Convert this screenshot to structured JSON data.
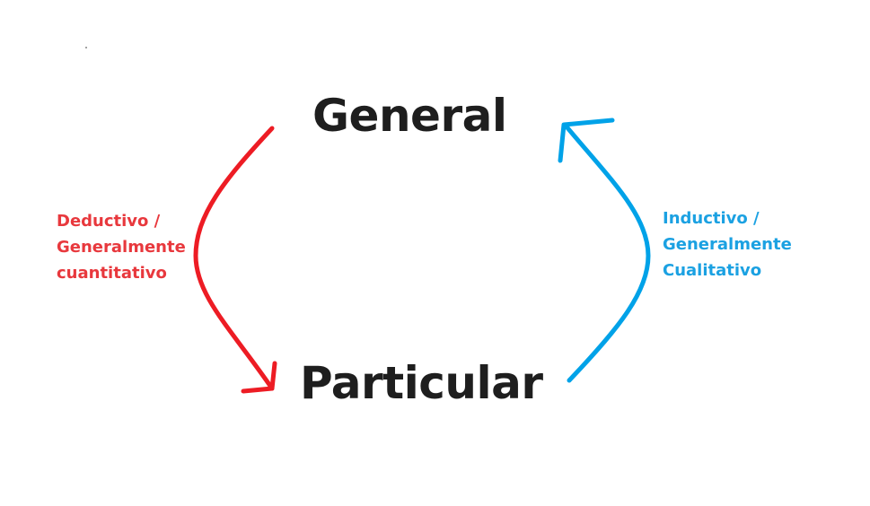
{
  "nodes": {
    "top": "General",
    "bottom": "Particular"
  },
  "left_label": {
    "lines": [
      "Deductivo /",
      "Generalmente",
      "cuantitativo"
    ],
    "color": "#e8383d"
  },
  "right_label": {
    "lines": [
      "Inductivo /",
      "Generalmente",
      "Cualitativo"
    ],
    "color": "#1ba1e2"
  },
  "arrows": {
    "deductive_color": "#ed1c24",
    "inductive_color": "#00a2e8"
  }
}
